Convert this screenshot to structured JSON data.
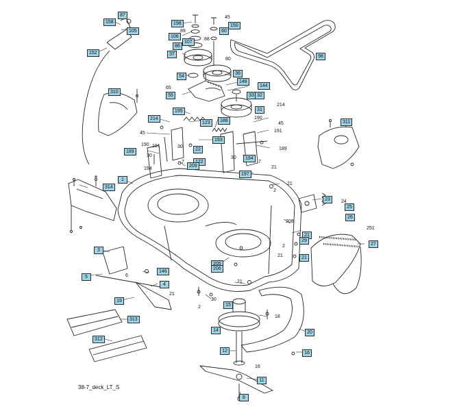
{
  "caption": "38-7_deck_LT_S",
  "callouts": [
    {
      "id": "c1",
      "text": "87",
      "boxed": true
    },
    {
      "id": "c2",
      "text": "158",
      "boxed": true
    },
    {
      "id": "c3",
      "text": "105",
      "boxed": true
    },
    {
      "id": "c4",
      "text": "152",
      "boxed": true
    },
    {
      "id": "c5",
      "text": "198",
      "boxed": true
    },
    {
      "id": "c6",
      "text": "45",
      "boxed": false
    },
    {
      "id": "c7",
      "text": "150",
      "boxed": true
    },
    {
      "id": "c8",
      "text": "89",
      "boxed": false
    },
    {
      "id": "c9",
      "text": "60",
      "boxed": true
    },
    {
      "id": "c10",
      "text": "106",
      "boxed": true
    },
    {
      "id": "c11",
      "text": "88",
      "boxed": false
    },
    {
      "id": "c12",
      "text": "107",
      "boxed": true
    },
    {
      "id": "c13",
      "text": "86",
      "boxed": true
    },
    {
      "id": "c14",
      "text": "37",
      "boxed": true
    },
    {
      "id": "c15",
      "text": "80",
      "boxed": false
    },
    {
      "id": "c16",
      "text": "98",
      "boxed": true
    },
    {
      "id": "c17",
      "text": "54",
      "boxed": true
    },
    {
      "id": "c18",
      "text": "36",
      "boxed": true
    },
    {
      "id": "c19",
      "text": "148",
      "boxed": true
    },
    {
      "id": "c20",
      "text": "65",
      "boxed": false
    },
    {
      "id": "c21",
      "text": "144",
      "boxed": true
    },
    {
      "id": "c22",
      "text": "310",
      "boxed": true
    },
    {
      "id": "c23",
      "text": "55",
      "boxed": true
    },
    {
      "id": "c24",
      "text": "33",
      "boxed": true
    },
    {
      "id": "c25",
      "text": "32",
      "boxed": true
    },
    {
      "id": "c26",
      "text": "214",
      "boxed": false
    },
    {
      "id": "c27",
      "text": "195",
      "boxed": true
    },
    {
      "id": "c28",
      "text": "31",
      "boxed": true
    },
    {
      "id": "c29",
      "text": "214",
      "boxed": true
    },
    {
      "id": "c30",
      "text": "123",
      "boxed": true
    },
    {
      "id": "c31",
      "text": "188",
      "boxed": true
    },
    {
      "id": "c32",
      "text": "190",
      "boxed": false
    },
    {
      "id": "c33",
      "text": "45",
      "boxed": false
    },
    {
      "id": "c34",
      "text": "311",
      "boxed": true
    },
    {
      "id": "c35",
      "text": "45",
      "boxed": false
    },
    {
      "id": "c36",
      "text": "191",
      "boxed": false
    },
    {
      "id": "c37",
      "text": "190",
      "boxed": false
    },
    {
      "id": "c38",
      "text": "191",
      "boxed": false
    },
    {
      "id": "c39",
      "text": "30",
      "boxed": false
    },
    {
      "id": "c40",
      "text": "193",
      "boxed": true
    },
    {
      "id": "c41",
      "text": "22",
      "boxed": true
    },
    {
      "id": "c42",
      "text": "189",
      "boxed": true
    },
    {
      "id": "c43",
      "text": "30",
      "boxed": false
    },
    {
      "id": "c44",
      "text": "122",
      "boxed": true
    },
    {
      "id": "c45",
      "text": "189",
      "boxed": false
    },
    {
      "id": "c46",
      "text": "30",
      "boxed": false
    },
    {
      "id": "c47",
      "text": "194",
      "boxed": true
    },
    {
      "id": "c48",
      "text": "7",
      "boxed": false
    },
    {
      "id": "c49",
      "text": "209",
      "boxed": true
    },
    {
      "id": "c50",
      "text": "7",
      "boxed": false
    },
    {
      "id": "c51",
      "text": "21",
      "boxed": false
    },
    {
      "id": "c52",
      "text": "194",
      "boxed": false
    },
    {
      "id": "c53",
      "text": "197",
      "boxed": true
    },
    {
      "id": "c54",
      "text": "1",
      "boxed": true
    },
    {
      "id": "c55",
      "text": "314",
      "boxed": true
    },
    {
      "id": "c56",
      "text": "2",
      "boxed": false
    },
    {
      "id": "c57",
      "text": "21",
      "boxed": false
    },
    {
      "id": "c58",
      "text": "23",
      "boxed": true
    },
    {
      "id": "c59",
      "text": "24",
      "boxed": false
    },
    {
      "id": "c60",
      "text": "25",
      "boxed": true
    },
    {
      "id": "c61",
      "text": "26",
      "boxed": true
    },
    {
      "id": "c62",
      "text": "208",
      "boxed": false
    },
    {
      "id": "c63",
      "text": "251",
      "boxed": false
    },
    {
      "id": "c64",
      "text": "21",
      "boxed": true
    },
    {
      "id": "c65",
      "text": "29",
      "boxed": true
    },
    {
      "id": "c66",
      "text": "27",
      "boxed": true
    },
    {
      "id": "c67",
      "text": "2",
      "boxed": false
    },
    {
      "id": "c68",
      "text": "21",
      "boxed": false
    },
    {
      "id": "c69",
      "text": "21",
      "boxed": true
    },
    {
      "id": "c70",
      "text": "3",
      "boxed": true
    },
    {
      "id": "c71",
      "text": "205",
      "boxed": true
    },
    {
      "id": "c72",
      "text": "206",
      "boxed": true
    },
    {
      "id": "c73",
      "text": "146",
      "boxed": true
    },
    {
      "id": "c74",
      "text": "5",
      "boxed": true
    },
    {
      "id": "c75",
      "text": "6",
      "boxed": false
    },
    {
      "id": "c76",
      "text": "4",
      "boxed": true
    },
    {
      "id": "c77",
      "text": "21",
      "boxed": false
    },
    {
      "id": "c78",
      "text": "21",
      "boxed": false
    },
    {
      "id": "c79",
      "text": "19",
      "boxed": true
    },
    {
      "id": "c80",
      "text": "30",
      "boxed": false
    },
    {
      "id": "c81",
      "text": "2",
      "boxed": false
    },
    {
      "id": "c82",
      "text": "15",
      "boxed": true
    },
    {
      "id": "c83",
      "text": "313",
      "boxed": true
    },
    {
      "id": "c84",
      "text": "18",
      "boxed": false
    },
    {
      "id": "c85",
      "text": "14",
      "boxed": true
    },
    {
      "id": "c86",
      "text": "20",
      "boxed": true
    },
    {
      "id": "c87",
      "text": "312",
      "boxed": true
    },
    {
      "id": "c88",
      "text": "12",
      "boxed": true
    },
    {
      "id": "c89",
      "text": "16",
      "boxed": true
    },
    {
      "id": "c90",
      "text": "16",
      "boxed": false
    },
    {
      "id": "c91",
      "text": "11",
      "boxed": true
    },
    {
      "id": "c92",
      "text": "8",
      "boxed": true
    }
  ]
}
